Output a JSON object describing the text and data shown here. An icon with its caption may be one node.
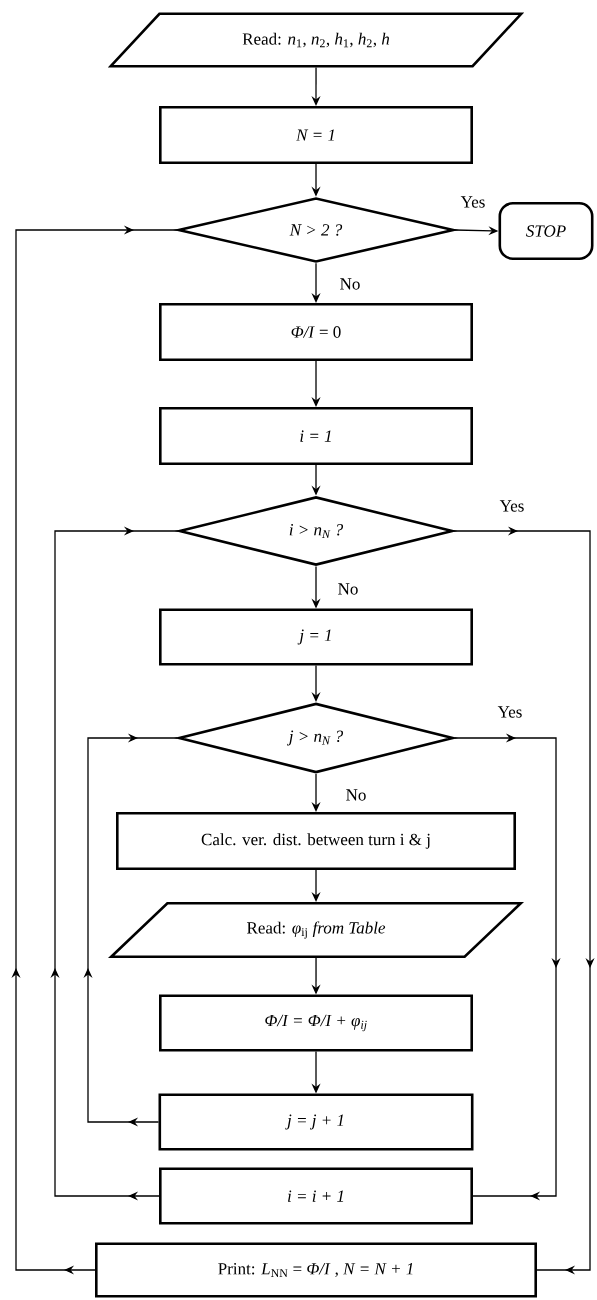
{
  "diagram": {
    "nodes": [
      {
        "text": [
          "Read: *n*$_{1}$, *n*$_{2}$, *h*$_{1}$, *h*$_{2}$, *h*"
        ]
      },
      {
        "text": [
          "N = 1"
        ]
      },
      {
        "text": [
          "N > 2 ?"
        ]
      },
      {
        "text": [
          "STOP"
        ]
      },
      {
        "text": [
          "*Φ/I* = 0"
        ]
      },
      {
        "text": [
          "i = 1"
        ]
      },
      {
        "text": [
          "i > n$_{N}$ ?"
        ]
      },
      {
        "text": [
          "j = 1"
        ]
      },
      {
        "text": [
          "j > n$_{N}$ ?"
        ]
      },
      {
        "text": [
          "Calc. ver. dist. between turn i & j"
        ]
      },
      {
        "text": [
          "Read: *φ*$_{ij}$ *from Table*"
        ]
      },
      {
        "text": [
          "Φ/I = Φ/I + φ$_{ij}$"
        ]
      },
      {
        "text": [
          "j = j + 1"
        ]
      },
      {
        "text": [
          "i = i + 1"
        ]
      },
      {
        "text": [
          "Print: *L*$_{NN}$ = *Φ/I* , *N = N + 1*"
        ]
      }
    ],
    "edges": [
      {
        "from": 0,
        "to": 1,
        "arrow": "to"
      },
      {
        "from": 1,
        "to": 2,
        "arrow": "to"
      },
      {
        "from": 2,
        "to": 3,
        "arrow": "to",
        "label": "Yes"
      },
      {
        "from": 2,
        "to": 4,
        "arrow": "to",
        "label": "No"
      },
      {
        "from": 4,
        "to": 5,
        "arrow": "to"
      },
      {
        "from": 5,
        "to": 6,
        "arrow": "to"
      },
      {
        "from": 6,
        "to": 7,
        "arrow": "to",
        "label": "No"
      },
      {
        "from": 6,
        "to": 14,
        "arrow": "to",
        "label": "Yes"
      },
      {
        "from": 7,
        "to": 8,
        "arrow": "to"
      },
      {
        "from": 8,
        "to": 9,
        "arrow": "to",
        "label": "No"
      },
      {
        "from": 9,
        "to": 10,
        "arrow": "to"
      },
      {
        "from": 10,
        "to": 11,
        "arrow": "to"
      },
      {
        "from": 11,
        "to": 12,
        "arrow": "to"
      },
      {
        "from": 12,
        "to": 8,
        "arrow": "to"
      },
      {
        "from": 8,
        "to": 13,
        "arrow": "to",
        "label": "Yes"
      },
      {
        "from": 13,
        "to": 6,
        "arrow": "to"
      },
      {
        "from": 14,
        "to": 2,
        "arrow": "to"
      }
    ]
  }
}
